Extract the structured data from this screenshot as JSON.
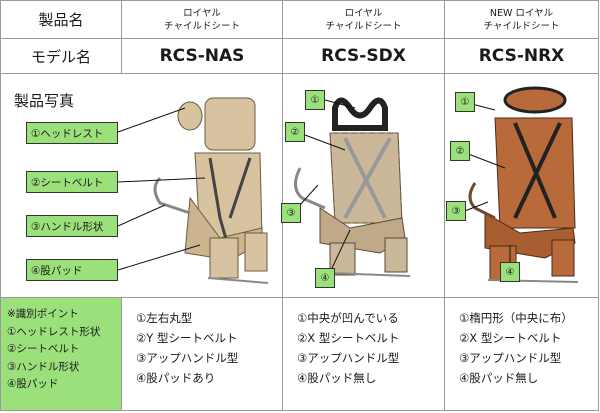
{
  "header": {
    "product_name_label": "製品名",
    "products": [
      {
        "line1": "ロイヤル",
        "line2": "チャイルドシート"
      },
      {
        "line1": "ロイヤル",
        "line2": "チャイルドシート"
      },
      {
        "line1": "NEW ロイヤル",
        "line2": "チャイルドシート"
      }
    ]
  },
  "model_row": {
    "label": "モデル名",
    "models": [
      "RCS-NAS",
      "RCS-SDX",
      "RCS-NRX"
    ]
  },
  "photo_row": {
    "label": "製品写真",
    "callouts": [
      "①ヘッドレスト",
      "②シートベルト",
      "③ハンドル形状",
      "④股パッド"
    ],
    "markers": [
      "①",
      "②",
      "③",
      "④"
    ]
  },
  "identify": {
    "lines": [
      "※識別ポイント",
      "①ヘッドレスト形状",
      "②シートベルト",
      "③ハンドル形状",
      "④股パッド"
    ]
  },
  "features": [
    [
      "①左右丸型",
      "②Y 型シートベルト",
      "③アップハンドル型",
      "④股パッドあり"
    ],
    [
      "①中央が凹んでいる",
      "②X 型シートベルト",
      "③アップハンドル型",
      "④股パッド無し"
    ],
    [
      "①楕円形（中央に布）",
      "②X 型シートベルト",
      "③アップハンドル型",
      "④股パッド無し"
    ]
  ],
  "colors": {
    "accent_green": "#9be07b",
    "beige_seat": "#d8c3a0",
    "plaid_seat": "#cbb79a",
    "brown_seat": "#b86a3a",
    "frame_black": "#222222",
    "border": "#9a9a9a"
  }
}
